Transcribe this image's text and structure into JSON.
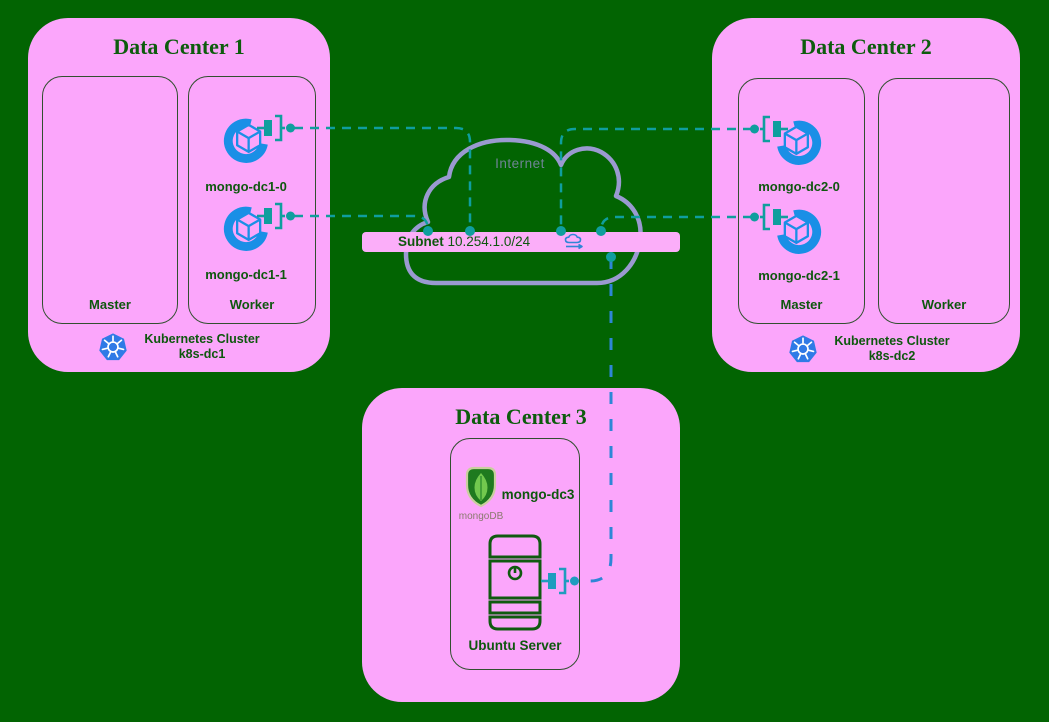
{
  "colors": {
    "background": "#026402",
    "box_pink": "#fba6fb",
    "text_green": "#0e570e",
    "teal_link": "#0f9e9e",
    "blue_link": "#2e86d6",
    "pod_blue": "#1a8fe6",
    "kubernetes_blue": "#2f7ae6",
    "cloud_stroke": "#9a9ad0"
  },
  "data_centers": [
    {
      "title": "Data Center 1",
      "nodes": [
        {
          "role": "Master",
          "pods": []
        },
        {
          "role": "Worker",
          "pods": [
            {
              "name": "mongo-dc1-0"
            },
            {
              "name": "mongo-dc1-1"
            }
          ]
        }
      ],
      "cluster": {
        "label": "Kubernetes Cluster",
        "name": "k8s-dc1"
      }
    },
    {
      "title": "Data Center 2",
      "nodes": [
        {
          "role": "Master",
          "pods": [
            {
              "name": "mongo-dc2-0"
            },
            {
              "name": "mongo-dc2-1"
            }
          ]
        },
        {
          "role": "Worker",
          "pods": []
        }
      ],
      "cluster": {
        "label": "Kubernetes Cluster",
        "name": "k8s-dc2"
      }
    },
    {
      "title": "Data Center 3",
      "standalone": {
        "db_name": "mongo-dc3",
        "db_brand": "mongoDB",
        "host_label": "Ubuntu Server"
      }
    }
  ],
  "network": {
    "internet_label": "Internet",
    "subnet_label": "Subnet",
    "subnet_cidr": "10.254.1.0/24"
  },
  "icons": {
    "pod_icon": "blue broken ring with cube",
    "kubernetes_icon": "blue heptagon with ship wheel",
    "mongodb_icon": "green leaf shield",
    "server_icon": "tower server outline",
    "plug_icon": "teal connector plug with dot",
    "internet_cloud_icon": "cloud outline",
    "subnet_cloud_icon": "small cloud with arrow"
  }
}
